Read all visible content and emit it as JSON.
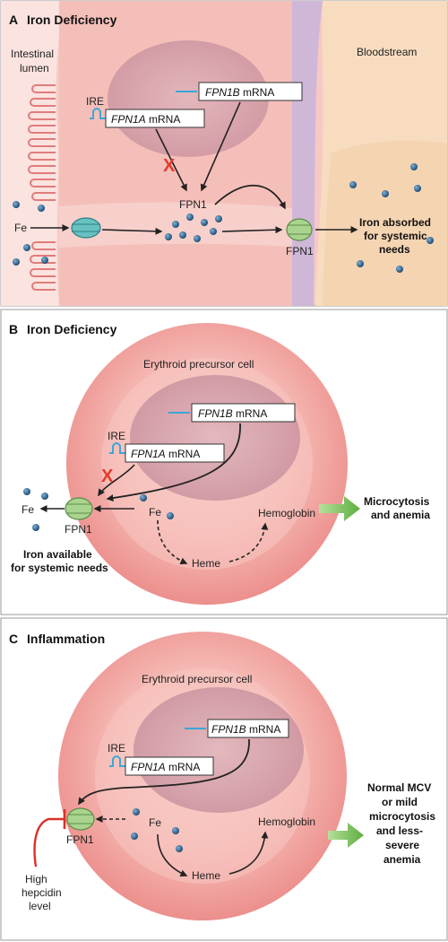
{
  "panelA": {
    "letter": "A",
    "title": "Iron Deficiency",
    "lumen_line1": "Intestinal",
    "lumen_line2": "lumen",
    "bloodstream": "Bloodstream",
    "fpn1b_gene": "FPN1B",
    "fpn1b_suffix": " mRNA",
    "ire": "IRE",
    "fpn1a_gene": "FPN1A",
    "fpn1a_suffix": " mRNA",
    "block": "X",
    "fpn1_center": "FPN1",
    "fe": "Fe",
    "fpn1_membrane": "FPN1",
    "outcome_line1": "Iron absorbed",
    "outcome_line2": "for systemic",
    "outcome_line3": "needs"
  },
  "panelB": {
    "letter": "B",
    "title": "Iron Deficiency",
    "cell": "Erythroid precursor cell",
    "fpn1b_gene": "FPN1B",
    "fpn1b_suffix": " mRNA",
    "ire": "IRE",
    "fpn1a_gene": "FPN1A",
    "fpn1a_suffix": " mRNA",
    "block": "X",
    "fe_out": "Fe",
    "fe_in": "Fe",
    "fpn1": "FPN1",
    "hemoglobin": "Hemoglobin",
    "heme": "Heme",
    "available_line1": "Iron available",
    "available_line2": "for systemic needs",
    "outcome_line1": "Microcytosis",
    "outcome_line2": "and anemia"
  },
  "panelC": {
    "letter": "C",
    "title": "Inflammation",
    "cell": "Erythroid precursor cell",
    "fpn1b_gene": "FPN1B",
    "fpn1b_suffix": " mRNA",
    "ire": "IRE",
    "fpn1a_gene": "FPN1A",
    "fpn1a_suffix": " mRNA",
    "fe": "Fe",
    "fpn1": "FPN1",
    "hemoglobin": "Hemoglobin",
    "heme": "Heme",
    "hepcidin_line1": "High",
    "hepcidin_line2": "hepcidin",
    "hepcidin_line3": "level",
    "outcome_line1": "Normal MCV",
    "outcome_line2": "or mild",
    "outcome_line3": "microcytosis",
    "outcome_line4": "and less-",
    "outcome_line5": "severe",
    "outcome_line6": "anemia"
  },
  "colors": {
    "cell_pink": "#f4b4b0",
    "lumen_pink": "#f9d3cf",
    "blood_tan": "#f7dcc0",
    "nucleus": "#d7a3ae",
    "ire_blue": "#3aa7d8",
    "iron_dot": "#2a5c86",
    "block_red": "#e23a2a",
    "fpn1_green": "#a9d48e",
    "import_teal": "#67c1c0",
    "arrow_green": "#7cc35c",
    "hepcidin_red": "#d9302a"
  }
}
